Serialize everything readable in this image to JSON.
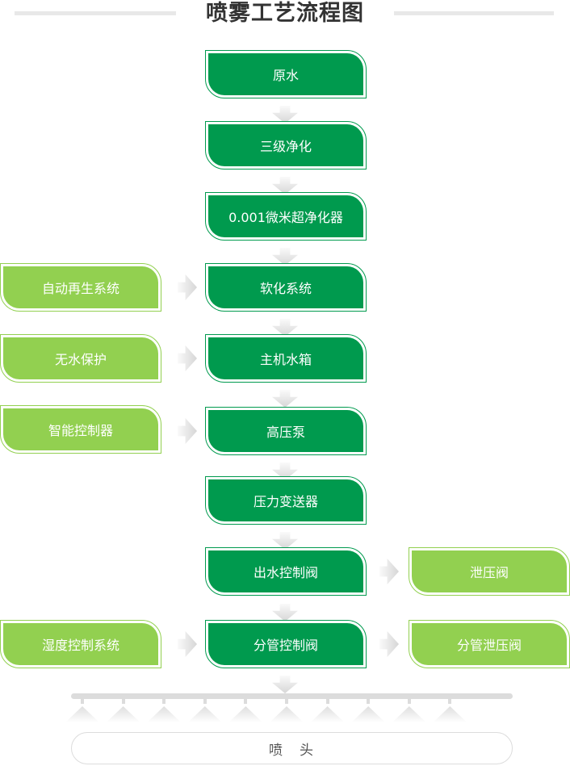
{
  "title": "喷雾工艺流程图",
  "main_flow": [
    "原水",
    "三级净化",
    "0.001微米超净化器",
    "软化系统",
    "主机水箱",
    "高压泵",
    "压力变送器",
    "出水控制阀",
    "分管控制阀"
  ],
  "left_inputs": [
    "自动再生系统",
    "无水保护",
    "智能控制器",
    "湿度控制系统"
  ],
  "right_outputs": [
    "泄压阀",
    "分管泄压阀"
  ],
  "nozzle_label": "喷　头",
  "nozzle_count": 10,
  "colors": {
    "main": "#009a4e",
    "aux": "#92d050",
    "arrow": "#d6d6d6"
  }
}
